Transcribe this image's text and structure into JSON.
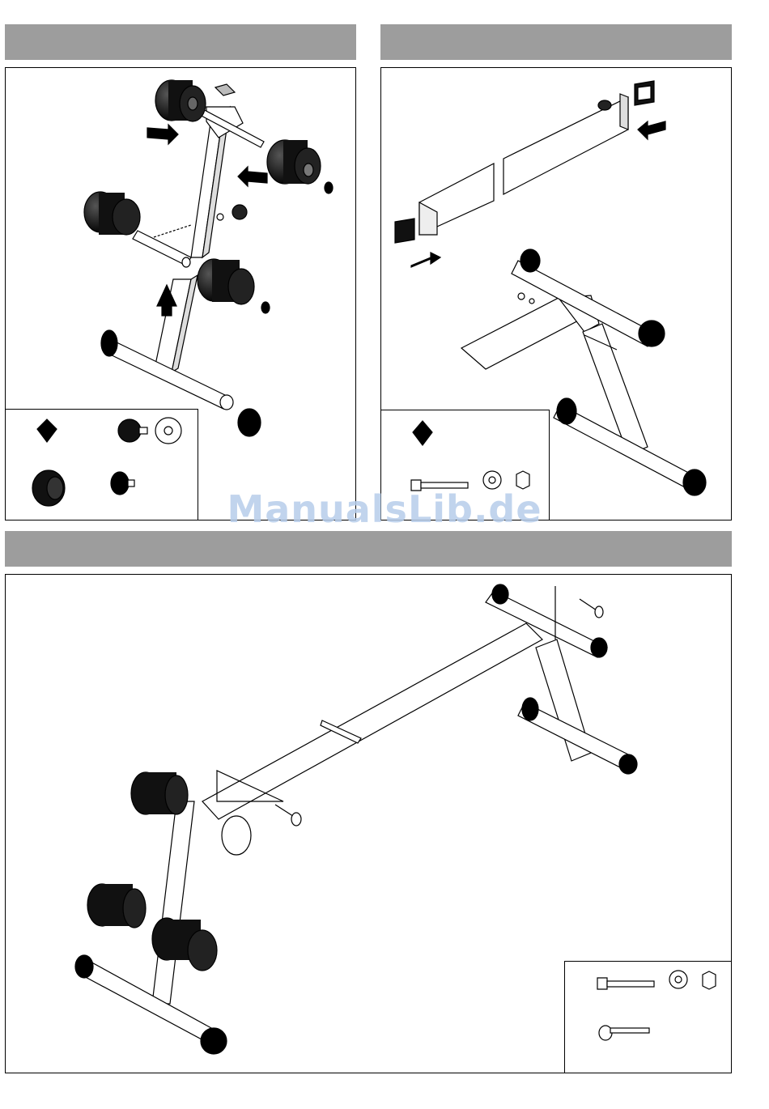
{
  "watermark": {
    "text": "ManualsLib.de"
  },
  "steps": [
    {
      "id": "step-1",
      "title": ""
    },
    {
      "id": "step-2",
      "title": ""
    },
    {
      "id": "step-3",
      "title": ""
    }
  ],
  "colors": {
    "header_bar": "#9d9d9d",
    "line": "#000000",
    "watermark": "#b7cdea"
  }
}
